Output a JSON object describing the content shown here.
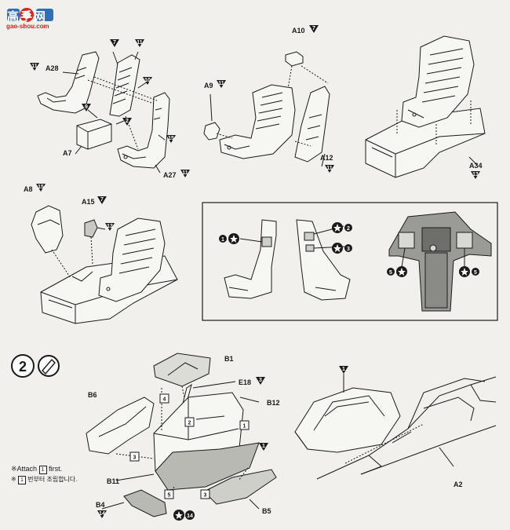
{
  "watermark": {
    "brand_text": "高手网",
    "url": "gao-shou.com"
  },
  "colors": {
    "ink": "#1a1a1a",
    "paper": "#f1f0ec",
    "grey": "#b9b9b4",
    "mid": "#8e8e8a",
    "accent_red": "#d9251c"
  },
  "top_row": {
    "seat1_labels": {
      "a28": "A28",
      "a7": "A7",
      "a27": "A27",
      "b7": "7",
      "b11a": "11",
      "b11b": "11",
      "b10": "10",
      "b9": "9",
      "b2": "2",
      "b15": "15",
      "b11c": "11"
    },
    "seat2_labels": {
      "a10": "A10",
      "a10_num": "7",
      "a9": "A9",
      "a9_num": "11",
      "a12": "A12",
      "a12_num": "11"
    },
    "seat3_labels": {
      "a34": "A34",
      "a34_num": "13"
    }
  },
  "middle_row": {
    "assembly_labels": {
      "a8": "A8",
      "a8_num": "15",
      "a15": "A15",
      "a15_num": "7",
      "b13": "13"
    },
    "painting_box": {
      "c1": "1",
      "c2": "2",
      "c3": "3",
      "c5a": "5",
      "c5b": "5"
    }
  },
  "step2": {
    "step_number": "2",
    "labels": {
      "b1": "B1",
      "e18": "E18",
      "e18_num": "3",
      "b12": "B12",
      "b6": "B6",
      "b11": "B11",
      "b4": "B4",
      "b4_num": "14",
      "b5": "B5",
      "a2": "A2",
      "box4": "4",
      "box2": "2",
      "box1": "1",
      "box3a": "3",
      "box3b": "3",
      "box5": "5",
      "tri1a": "1",
      "tri1b": "1",
      "c14": "14"
    },
    "note_en_prefix": "※Attach",
    "note_en_box": "1",
    "note_en_suffix": "first.",
    "note_ko_prefix": "※",
    "note_ko_box": "1",
    "note_ko_suffix": "번부터 조립합니다."
  }
}
